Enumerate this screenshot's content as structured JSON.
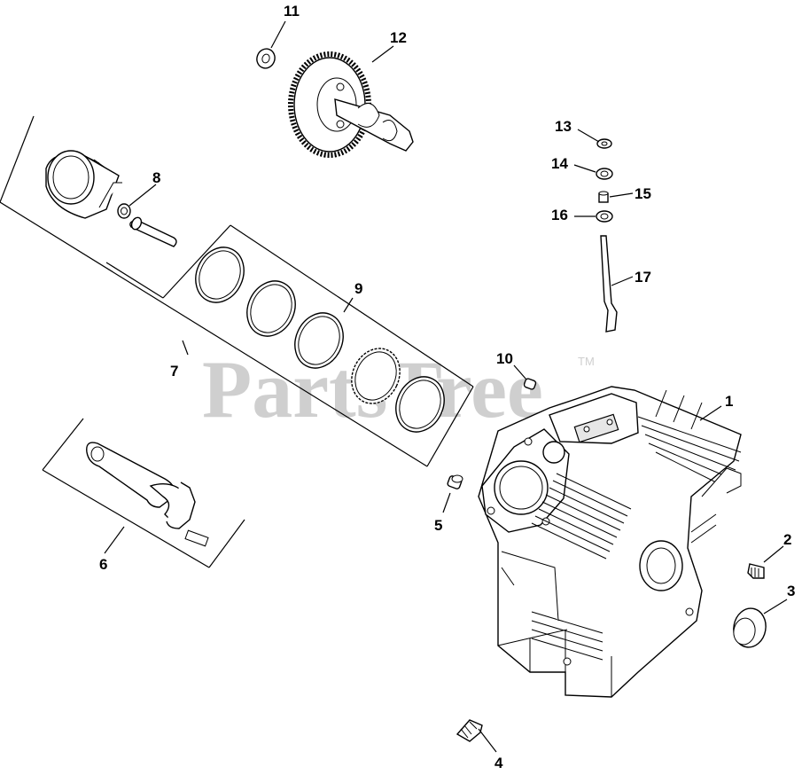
{
  "watermark": {
    "text": "PartsTree",
    "trademark": "TM"
  },
  "callouts": [
    {
      "id": "callout-1",
      "label": "1"
    },
    {
      "id": "callout-2",
      "label": "2"
    },
    {
      "id": "callout-3",
      "label": "3"
    },
    {
      "id": "callout-4",
      "label": "4"
    },
    {
      "id": "callout-5",
      "label": "5"
    },
    {
      "id": "callout-6",
      "label": "6"
    },
    {
      "id": "callout-7",
      "label": "7"
    },
    {
      "id": "callout-8",
      "label": "8"
    },
    {
      "id": "callout-9",
      "label": "9"
    },
    {
      "id": "callout-10",
      "label": "10"
    },
    {
      "id": "callout-11",
      "label": "11"
    },
    {
      "id": "callout-12",
      "label": "12"
    },
    {
      "id": "callout-13",
      "label": "13"
    },
    {
      "id": "callout-14",
      "label": "14"
    },
    {
      "id": "callout-15",
      "label": "15"
    },
    {
      "id": "callout-16",
      "label": "16"
    },
    {
      "id": "callout-17",
      "label": "17"
    }
  ]
}
